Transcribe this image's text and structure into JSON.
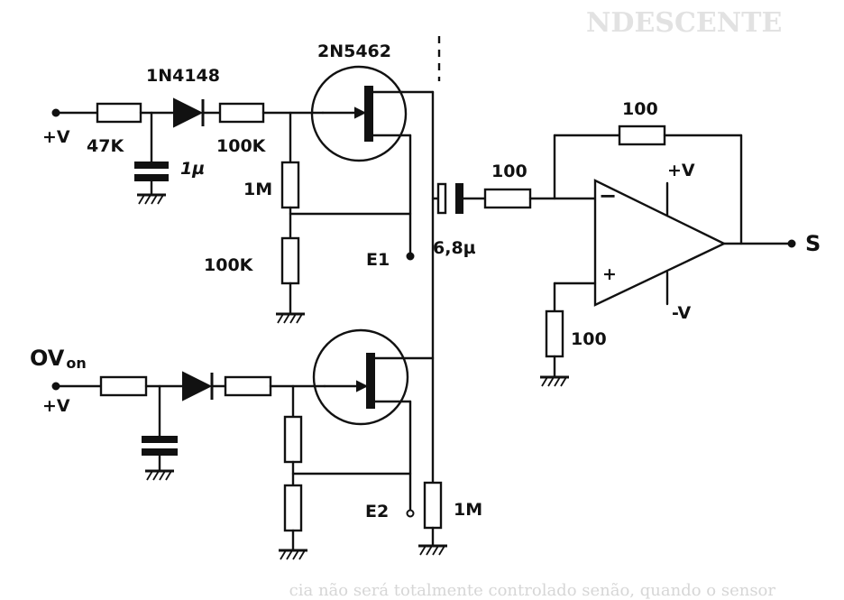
{
  "labels": {
    "jfet_part": "2N5462",
    "diode_part": "1N4148",
    "supply_top": "+V",
    "supply_bottom": "+V",
    "r_in_top": "47K",
    "c_top": "1µ",
    "r_series_top": "100K",
    "r_div_top": "1M",
    "r_div_bottom": "100K",
    "e1": "E1",
    "e2": "E2",
    "r_drain": "1M",
    "coupling_cap": "6,8µ",
    "r_in_op": "100",
    "r_fb": "100",
    "r_pos": "100",
    "op_plus_supply": "+V",
    "op_minus_supply": "-V",
    "op_inv": "−",
    "op_noninv": "+",
    "output": "S",
    "on_label": "OV",
    "on_label_sub": "on"
  },
  "ghost_text": {
    "header": "NDESCENTE",
    "footer": "cia não será totalmente controlado senão, quando o sensor"
  }
}
